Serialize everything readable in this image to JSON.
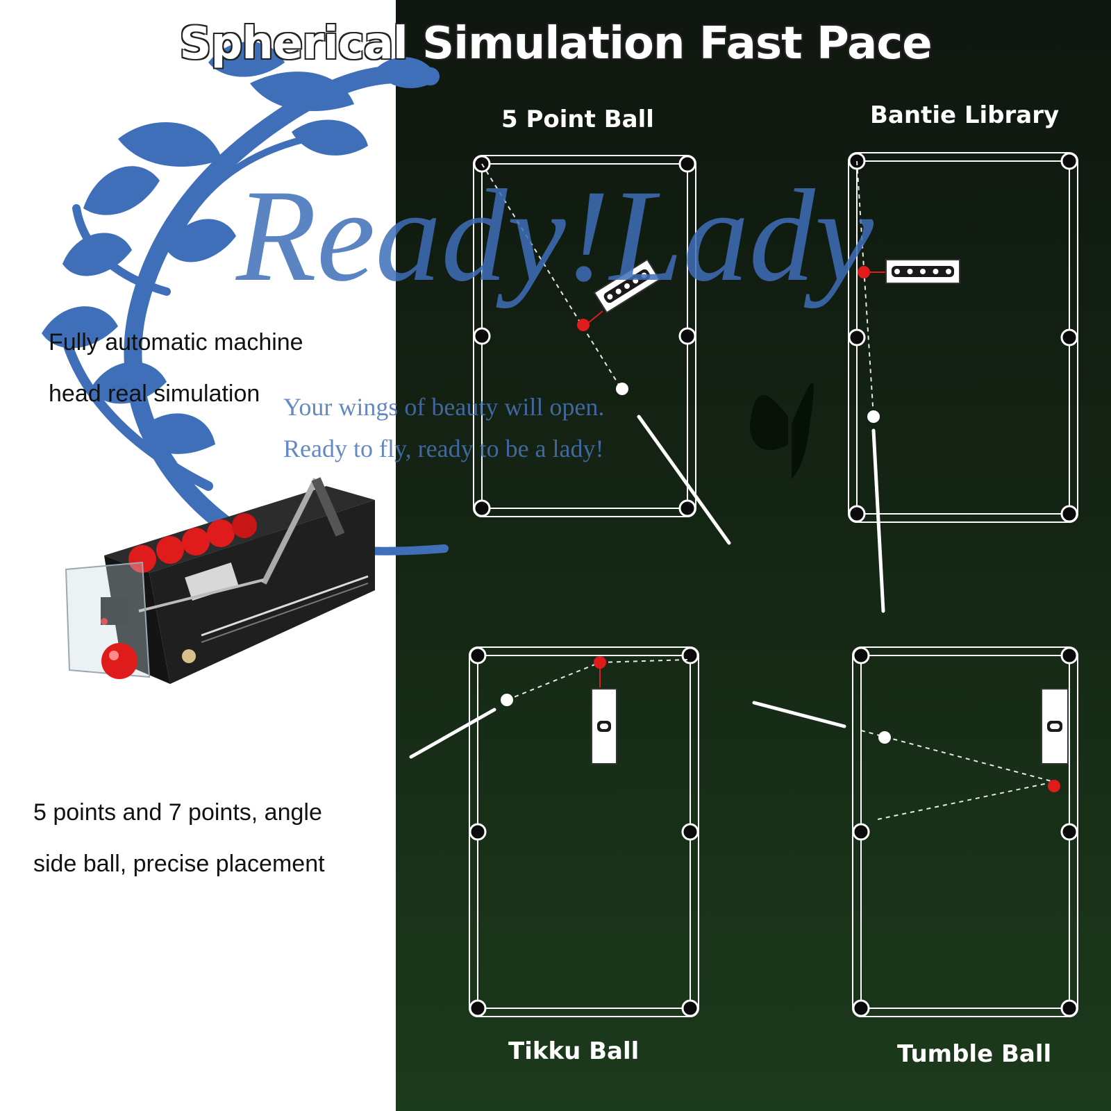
{
  "title": "Spherical Simulation Fast Pace",
  "features": {
    "line1": "Fully automatic machine",
    "line2": "head real simulation",
    "line3": "5 points and 7 points, angle",
    "line4": "side ball, precise placement"
  },
  "tables": {
    "top_left": "5 Point Ball",
    "top_right": "Bantie Library",
    "bottom_left": "Tikku Ball",
    "bottom_right": "Tumble Ball"
  },
  "watermark": {
    "logo": "Ready!Lady",
    "line1": "Your wings of beauty will open.",
    "line2": "Ready to fly, ready to be a lady!"
  },
  "colors": {
    "panel": "#142414",
    "accent_ball": "#e01b1b",
    "watermark_blue": "#3f6fb8",
    "rail": "#ffffff"
  }
}
